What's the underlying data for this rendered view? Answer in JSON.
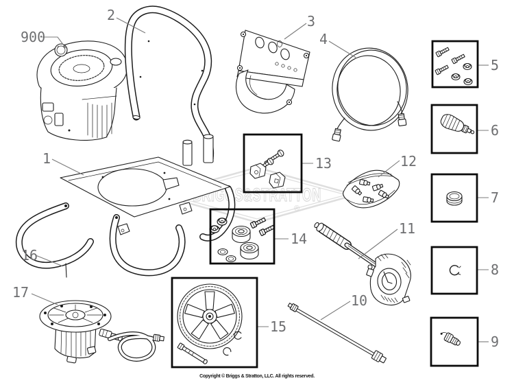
{
  "watermark": {
    "text": "BRIGGS&STRATTON",
    "registered": "®"
  },
  "footer": {
    "copyright": "Copyright © Briggs & Stratton, LLC. All rights reserved."
  },
  "colors": {
    "line": "#1b1b1b",
    "label": "#6d6e70",
    "box_border": "#0c0c0c",
    "watermark": "#d8d8d8",
    "background": "#ffffff"
  },
  "part_labels": {
    "frame": "1",
    "handle": "2",
    "panel": "3",
    "hose": "4",
    "hardware_kit": "5",
    "nozzle": "6",
    "cap": "7",
    "clip": "8",
    "adapter": "9",
    "wand": "10",
    "gun": "11",
    "nozzle_kit": "12",
    "bolt_kit": "13",
    "seal_kit": "14",
    "wheel_kit": "15",
    "pin": "16",
    "pump": "17",
    "engine": "900"
  }
}
